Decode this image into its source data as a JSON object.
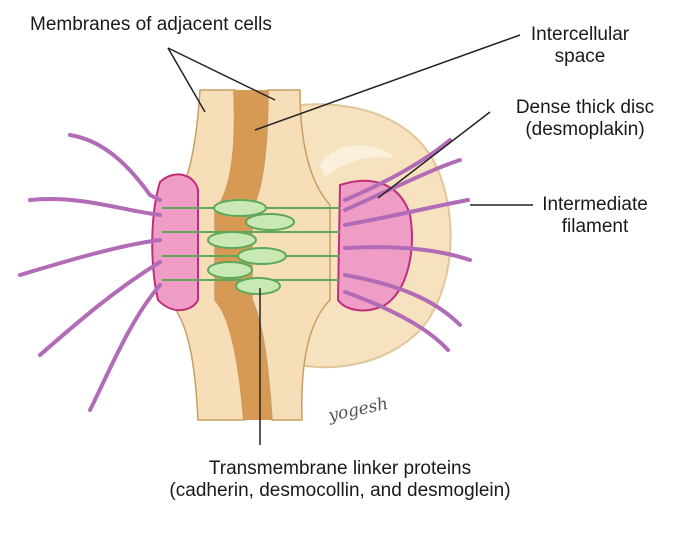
{
  "labels": {
    "membranes": "Membranes of adjacent cells",
    "intercellular_line1": "Intercellular",
    "intercellular_line2": "space",
    "dense_disc_line1": "Dense thick disc",
    "dense_disc_line2": "(desmoplakin)",
    "filament_line1": "Intermediate",
    "filament_line2": "filament",
    "linker_line1": "Transmembrane linker proteins",
    "linker_line2": "(cadherin, desmocollin, and desmoglein)"
  },
  "signature": "yogesh",
  "colors": {
    "membrane_fill": "#f6dfb8",
    "membrane_edge": "#c99d63",
    "intercellular_space": "#d69a55",
    "cytoplasm": "#f7e2c0",
    "disc_fill": "#ef9dc6",
    "disc_edge": "#c0307a",
    "filament": "#b26bb6",
    "linker_fill": "#c8e9b4",
    "linker_edge": "#5fa85a",
    "leader_line": "#222222"
  }
}
